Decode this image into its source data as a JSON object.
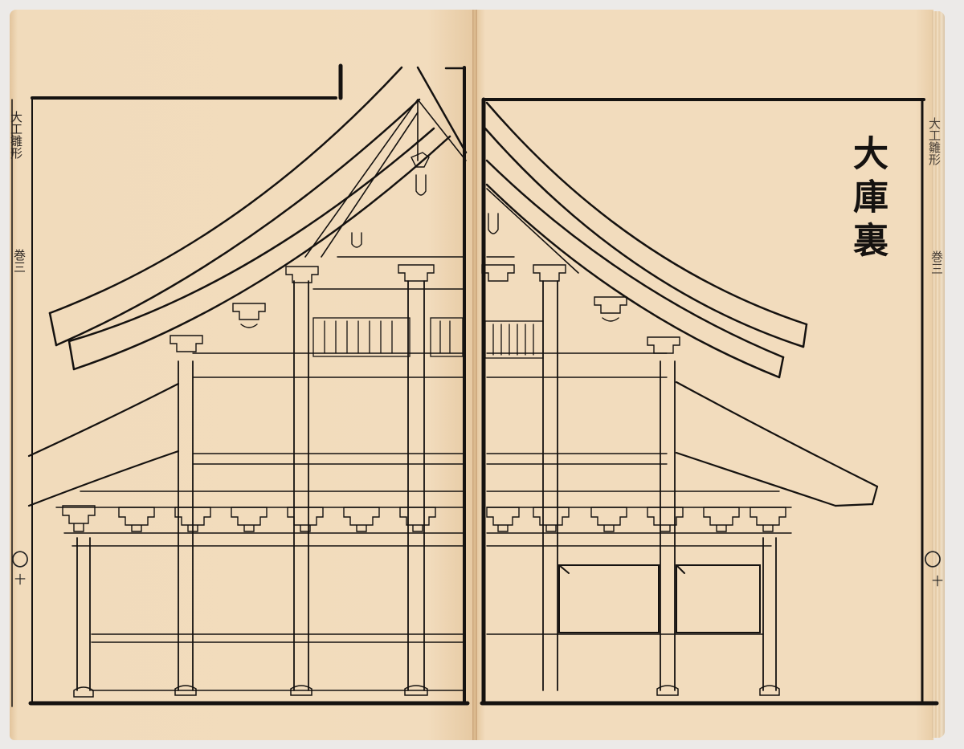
{
  "image": {
    "subject": "Open Japanese woodblock-printed book showing an architectural elevation drawing of a hall",
    "paper_color": "#f0d9b8",
    "ink_color": "#151210"
  },
  "right_page": {
    "title": "大庫裏",
    "margin_header": "大工雛形",
    "margin_volume": "巻三"
  },
  "left_page": {
    "margin_header": "大工雛形",
    "margin_volume": "巻三",
    "fold_mark": "〇",
    "page_number": "十"
  },
  "right_margin": {
    "fold_mark": "〇",
    "page_number": "十"
  }
}
